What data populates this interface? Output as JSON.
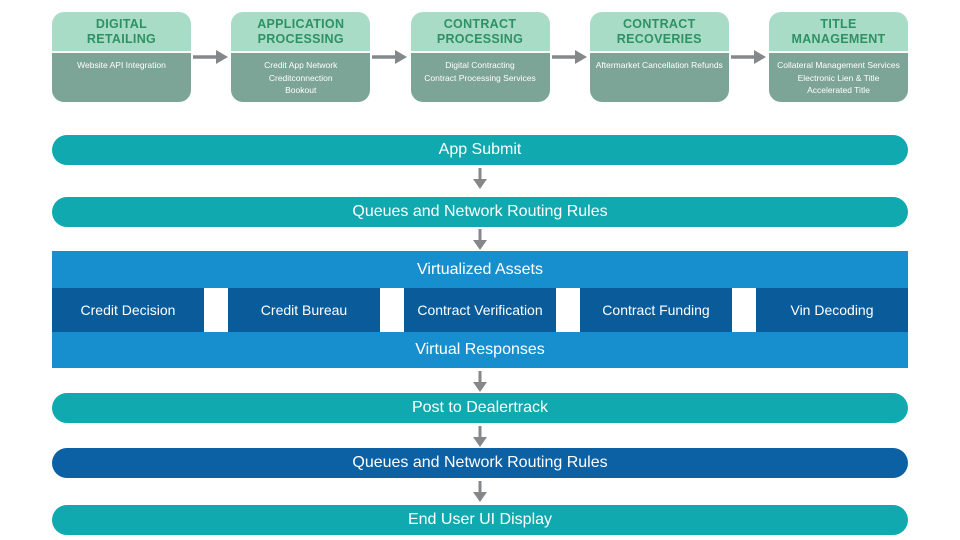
{
  "palette": {
    "teal": "#0FA9AF",
    "dark_blue": "#0C60A4",
    "light_blue": "#178FCE",
    "asset_blue": "#0A5B9A",
    "stage_header_green": "#A9DCC7",
    "stage_header_text": "#2E9163",
    "stage_body_sage": "#7CA497",
    "arrow_gray": "#85888B"
  },
  "top_row": [
    {
      "title": "DIGITAL RETAILING",
      "items": [
        "Website API Integration"
      ]
    },
    {
      "title": "APPLICATION PROCESSING",
      "items": [
        "Credit App Network",
        "Creditconnection",
        "Bookout"
      ]
    },
    {
      "title": "CONTRACT PROCESSING",
      "items": [
        "Digital Contracting",
        "Contract Processing Services"
      ]
    },
    {
      "title": "CONTRACT RECOVERIES",
      "items": [
        "Aftermarket Cancellation Refunds"
      ]
    },
    {
      "title": "TITLE MANAGEMENT",
      "items": [
        "Collateral Management Services",
        "Electronic Lien & Title",
        "Accelerated Title"
      ]
    }
  ],
  "flow": {
    "app_submit": "App Submit",
    "queues_top": "Queues and Network Routing Rules",
    "virtualized_assets_title": "Virtualized Assets",
    "assets": [
      "Credit Decision",
      "Credit Bureau",
      "Contract Verification",
      "Contract Funding",
      "Vin Decoding"
    ],
    "virtual_responses": "Virtual Responses",
    "post_to_dealertrack": "Post to Dealertrack",
    "queues_bottom": "Queues and Network Routing Rules",
    "end_user": "End User UI Display"
  }
}
